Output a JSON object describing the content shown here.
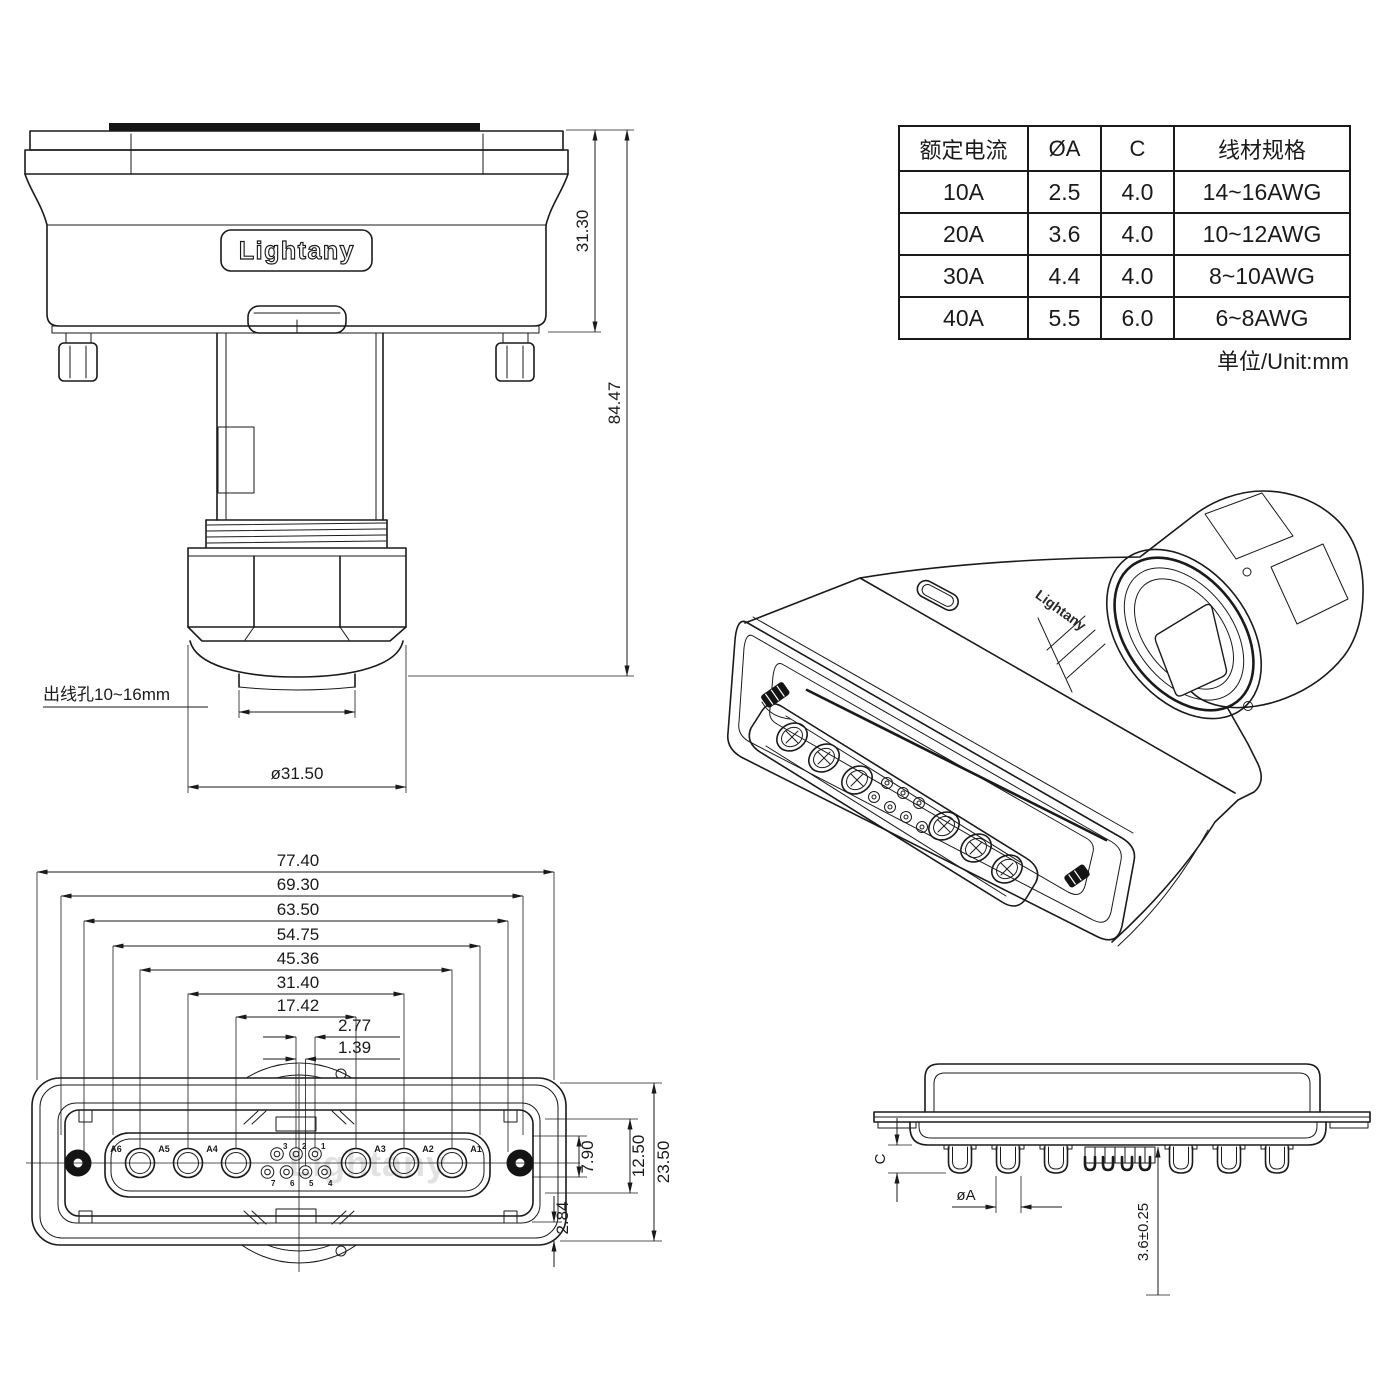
{
  "brand": {
    "logo": "Lightany"
  },
  "table": {
    "headers": [
      "额定电流",
      "ØA",
      "C",
      "线材规格"
    ],
    "rows": [
      [
        "10A",
        "2.5",
        "4.0",
        "14~16AWG"
      ],
      [
        "20A",
        "3.6",
        "4.0",
        "10~12AWG"
      ],
      [
        "30A",
        "4.4",
        "4.0",
        "8~10AWG"
      ],
      [
        "40A",
        "5.5",
        "6.0",
        "6~8AWG"
      ]
    ],
    "unit_note": "单位/Unit:mm"
  },
  "side_view": {
    "dim_hood_height": "31.30",
    "dim_total_height": "84.47",
    "cable_hole_label": "出线孔10~16mm",
    "dim_gland_diameter": "ø31.50"
  },
  "front_view": {
    "dims_width": [
      "77.40",
      "69.30",
      "63.50",
      "54.75",
      "45.36",
      "31.40",
      "17.42",
      "2.77",
      "1.39"
    ],
    "dims_height": [
      "23.50",
      "12.50",
      "7.90",
      "2.84"
    ],
    "large_contacts": [
      "A6",
      "A5",
      "A4",
      "A3",
      "A2",
      "A1"
    ],
    "small_contacts_top": [
      "3",
      "2",
      "1"
    ],
    "small_contacts_bottom": [
      "7",
      "6",
      "5",
      "4"
    ]
  },
  "section_view": {
    "dim_c": "C",
    "dim_diameter": "øA",
    "dim_depth": "3.6±0.25"
  }
}
